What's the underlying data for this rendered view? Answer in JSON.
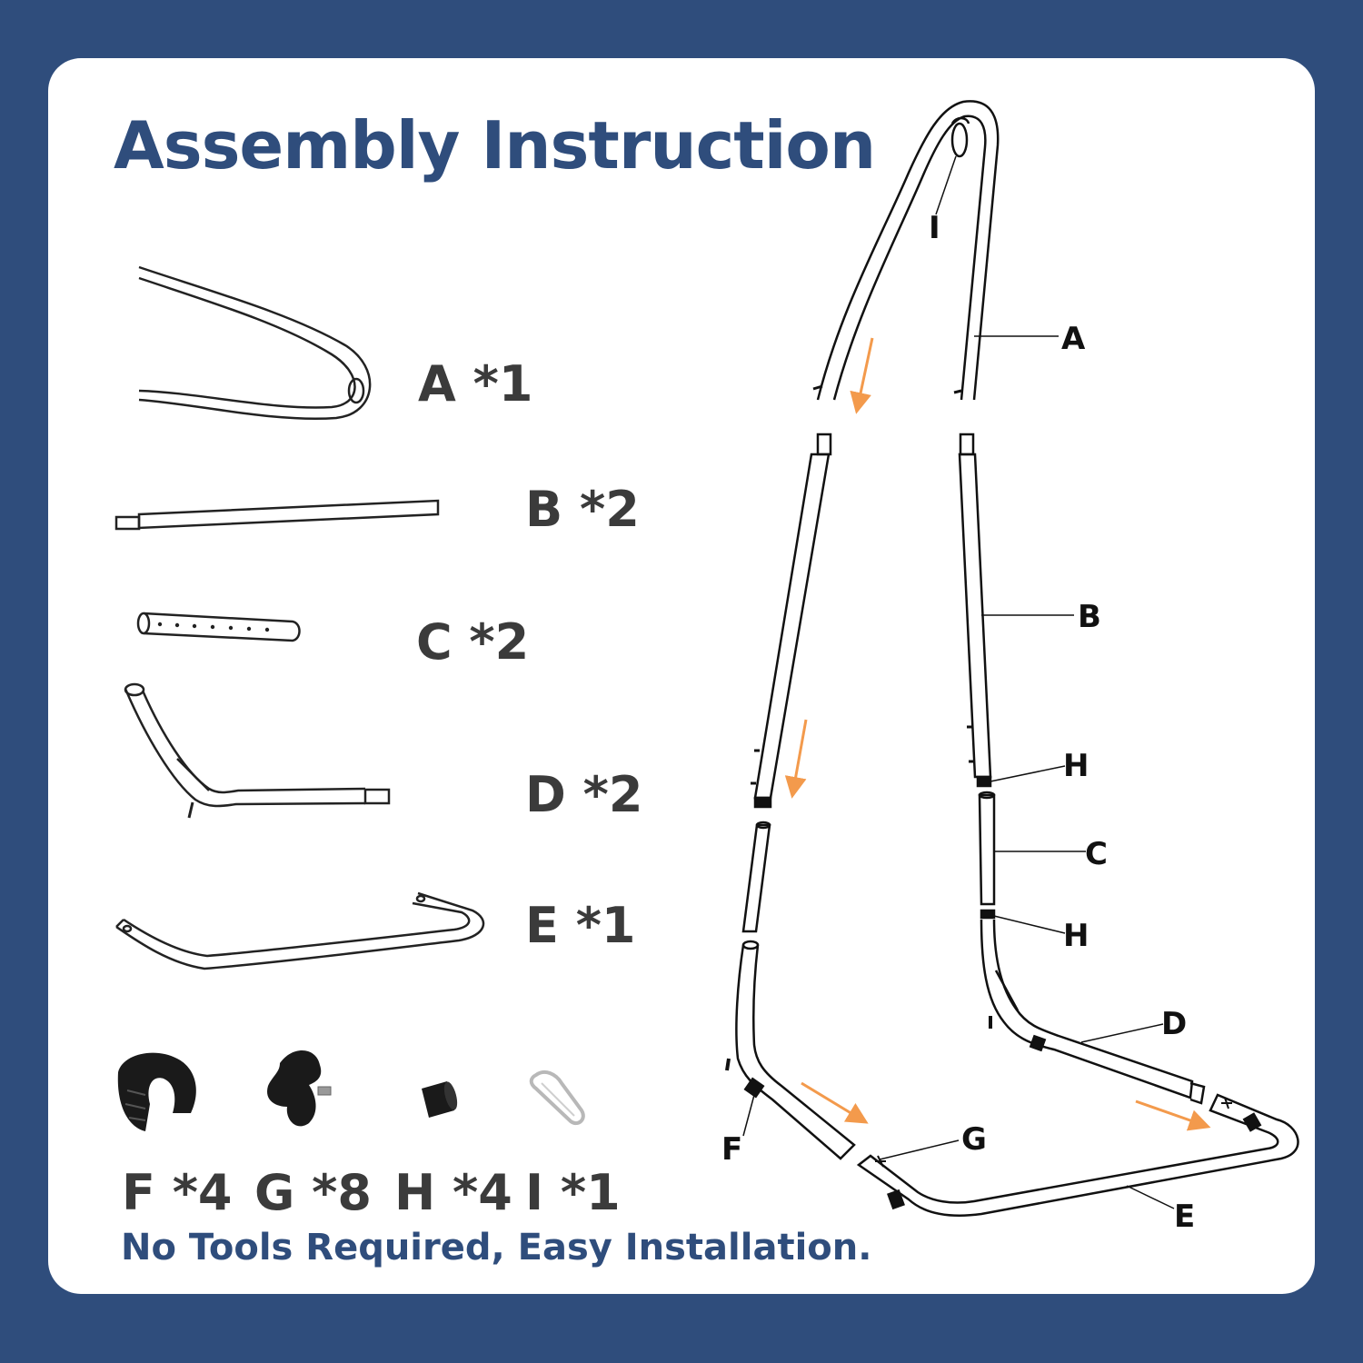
{
  "title": "Assembly Instruction",
  "parts": [
    {
      "id": "A",
      "label": "A *1"
    },
    {
      "id": "B",
      "label": "B *2"
    },
    {
      "id": "C",
      "label": "C *2"
    },
    {
      "id": "D",
      "label": "D *2"
    },
    {
      "id": "E",
      "label": "E *1"
    },
    {
      "id": "F",
      "label": "F *4"
    },
    {
      "id": "G",
      "label": "G *8"
    },
    {
      "id": "H",
      "label": "H *4"
    },
    {
      "id": "I",
      "label": "I *1"
    }
  ],
  "footer": "No Tools Required, Easy Installation.",
  "callouts": {
    "I": "I",
    "A": "A",
    "B": "B",
    "H1": "H",
    "C": "C",
    "H2": "H",
    "D": "D",
    "F": "F",
    "G": "G",
    "E": "E"
  },
  "colors": {
    "background": "#2f4d7c",
    "card": "#ffffff",
    "title": "#2f4d7c",
    "arrow": "#f39a4c",
    "label": "#3b3b3b"
  }
}
